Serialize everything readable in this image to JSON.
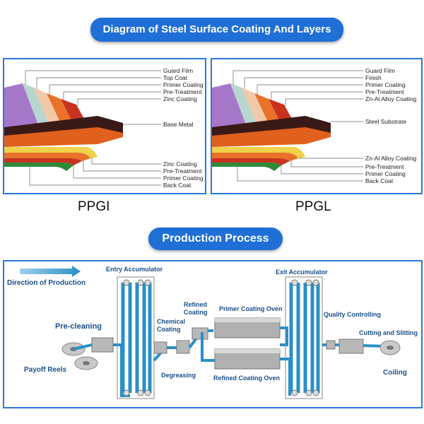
{
  "header": {
    "diagram_title": "Diagram of Steel Surface Coating And Layers",
    "process_title": "Production Process"
  },
  "ppgi": {
    "caption": "PPGI",
    "top_labels": [
      "Guard Film",
      "Top Coat",
      "Primer Coating",
      "Pre-Treatment",
      "Zinc Coating"
    ],
    "middle_label": "Base Metal",
    "bottom_labels": [
      "Zinc Coating",
      "Pre-Treatment",
      "Primer Coating",
      "Back Coat"
    ]
  },
  "ppgl": {
    "caption": "PPGL",
    "top_labels": [
      "Guard Film",
      "Finish",
      "Primer Coating",
      "Pre-Treatment",
      "Zn-Al Alloy Coating"
    ],
    "middle_label": "Steel Substrate",
    "bottom_labels": [
      "Zn-Al Alloy Coating",
      "Pre-Treatment",
      "Primer Coating",
      "Back Coat"
    ]
  },
  "process": {
    "direction": "Direction of Production",
    "entry_accumulator": "Entry Accumulator",
    "exit_accumulator": "Exit Accumulator",
    "pre_cleaning": "Pre-cleaning",
    "payoff_reels": "Payoff Reels",
    "chemical_coating": "Chemical Coating",
    "refined_coating": "Refined Coating",
    "primer_oven": "Primer Coating Oven",
    "refined_oven": "Refined Coating Oven",
    "degreasing": "Degreasing",
    "quality": "Quality Controlling",
    "cutting": "Cutting and Slitting",
    "coiling": "Coiling"
  },
  "colors": {
    "accent": "#1f6fd6",
    "panel_border": "#2a78d8",
    "strip": "#2a8fc8",
    "label_text": "#1a4f8c",
    "layers_top": [
      "#a678c9",
      "#b7d6cf",
      "#f2c9a8",
      "#e8722a",
      "#c8321f"
    ],
    "base": "#3a1a16",
    "layers_bottom": [
      "#f0d24a",
      "#e8722a",
      "#c8321f",
      "#2e8b3a"
    ]
  }
}
